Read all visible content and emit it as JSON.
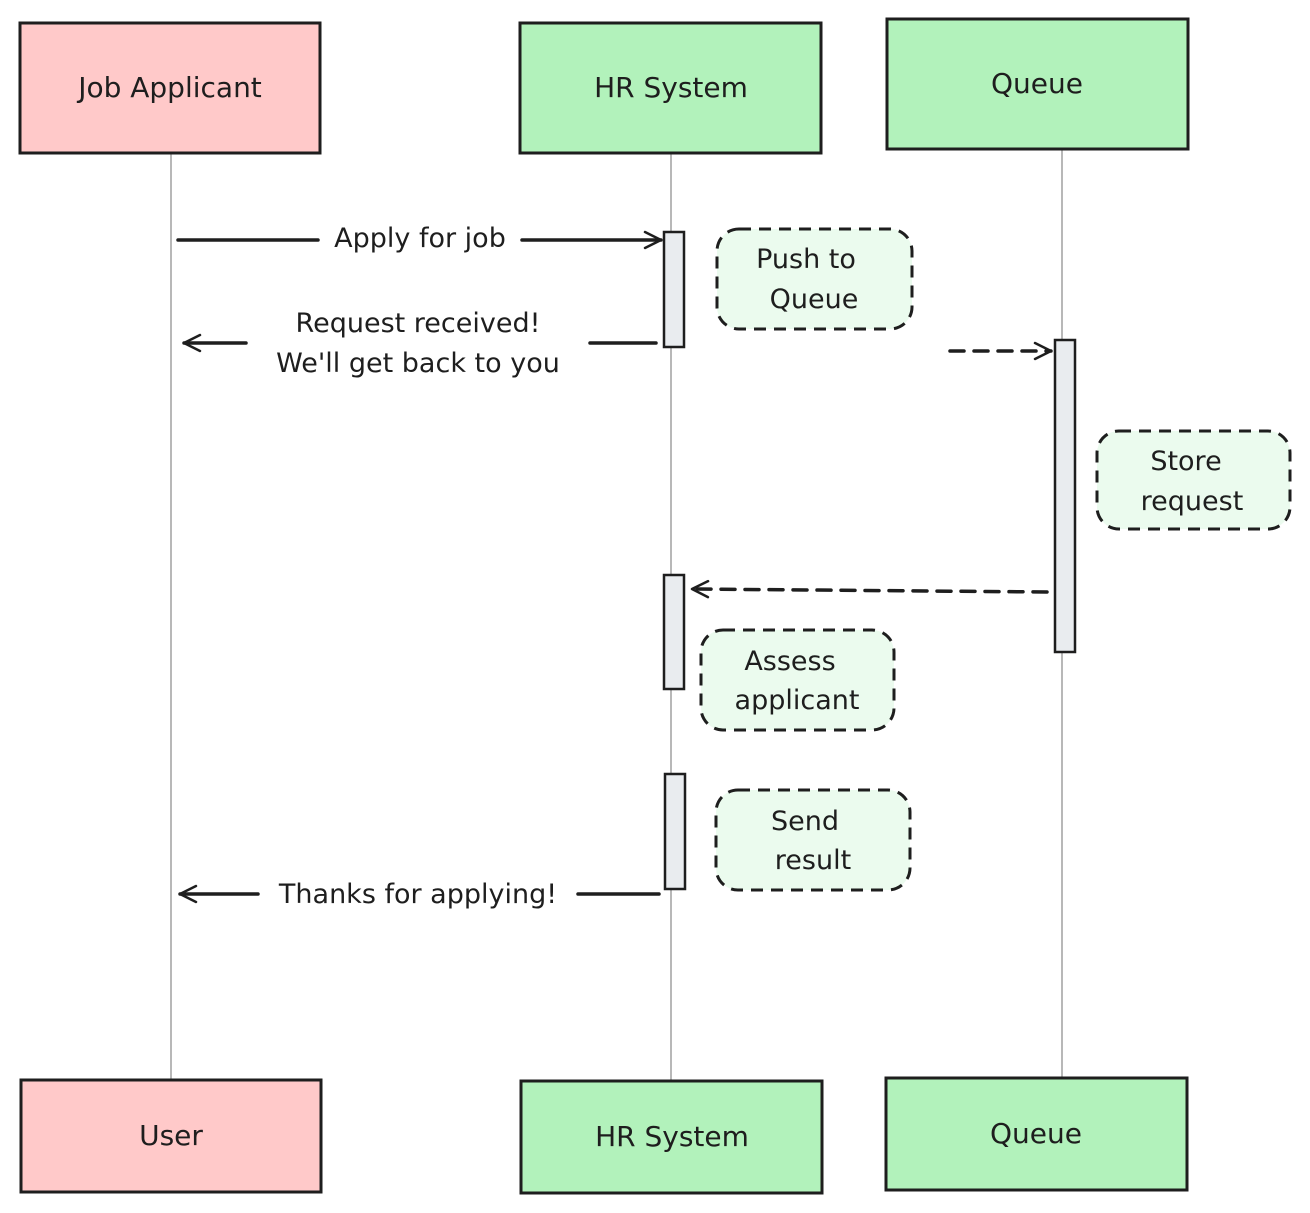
{
  "colors": {
    "actor_user_fill": "#ffc9c9",
    "actor_system_fill": "#b2f2bb",
    "note_fill": "#ebfbee",
    "activation_fill": "#e9ecef",
    "stroke": "#1e1e1e",
    "lifeline": "#a0a0a0"
  },
  "actors": {
    "applicant_top": "Job Applicant",
    "applicant_bottom": "User",
    "hr_top": "HR System",
    "hr_bottom": "HR System",
    "queue_top": "Queue",
    "queue_bottom": "Queue"
  },
  "messages": {
    "apply": "Apply for job",
    "received_line1": "Request received!",
    "received_line2": "We'll get back to you",
    "thanks": "Thanks for applying!"
  },
  "notes": {
    "push_line1": "Push to",
    "push_line2": "Queue",
    "store_line1": "Store",
    "store_line2": "request",
    "assess_line1": "Assess",
    "assess_line2": "applicant",
    "send_line1": "Send",
    "send_line2": "result"
  }
}
